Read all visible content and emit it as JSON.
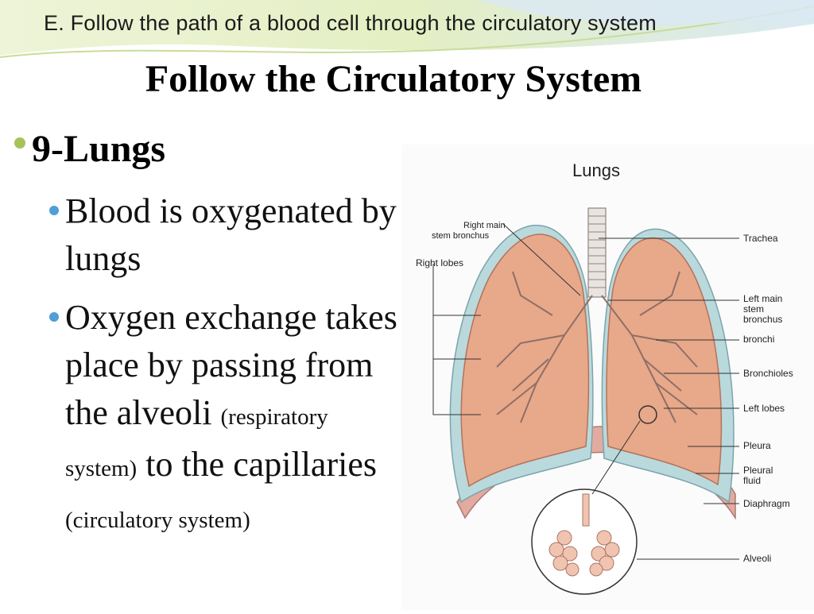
{
  "header": {
    "text": "E. Follow the path of a blood cell through the circulatory system"
  },
  "slide": {
    "title": "Follow the Circulatory System",
    "section": "9-Lungs",
    "bullets": [
      {
        "lines": [
          "Blood is oxygenated by",
          "lungs"
        ]
      },
      {
        "line1": "Oxygen exchange takes",
        "line2": "place by passing from",
        "line3_main": "the alveoli",
        "line3_small": "(respiratory",
        "line4_small": "system)",
        "line4_main": "to the capillaries",
        "line5_small": "(circulatory system)"
      }
    ]
  },
  "diagram": {
    "title": "Lungs",
    "labels": {
      "right_main_stem_bronchus": [
        "Right main",
        "stem bronchus"
      ],
      "right_lobes": "Right lobes",
      "trachea": "Trachea",
      "left_main_stem_bronchus": [
        "Left main",
        "stem",
        "bronchus"
      ],
      "bronchi": "bronchi",
      "bronchioles": "Bronchioles",
      "left_lobes": "Left lobes",
      "pleura": "Pleura",
      "pleural_fluid": [
        "Pleural",
        "fluid"
      ],
      "diaphragm": "Diaphragm",
      "alveoli": "Alveoli"
    }
  },
  "colors": {
    "bullet_level1": "#a6c35a",
    "bullet_level2": "#4f9ed6",
    "lung": "#e8a88a",
    "pleura": "#b9d9dd",
    "diaphragm": "#e3aaa0"
  }
}
